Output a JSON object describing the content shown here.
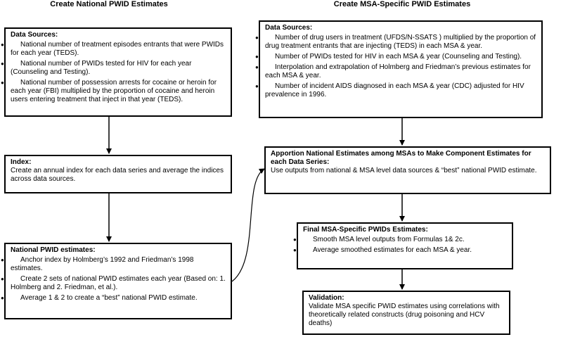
{
  "national": {
    "title": "Create National PWID Estimates",
    "data_sources": {
      "heading": "Data Sources:",
      "items": [
        "National number of treatment episodes entrants that were PWIDs for each year (TEDS).",
        "National number of PWIDs tested for HIV for each year (Counseling and Testing).",
        "National number of possession arrests for cocaine or heroin for each year (FBI) multiplied by the proportion of cocaine and heroin users entering treatment that inject in that year (TEDS)."
      ]
    },
    "index": {
      "heading": "Index:",
      "text": "Create an annual index for each data series and average the indices across data sources."
    },
    "estimates": {
      "heading": "National PWID estimates:",
      "items": [
        "Anchor index by Holmberg’s 1992 and Friedman’s 1998 estimates.",
        "Create 2 sets of national PWID estimates each year (Based on: 1. Holmberg and 2. Friedman, et al.).",
        "Average 1 & 2 to create a “best” national PWID estimate."
      ]
    }
  },
  "msa": {
    "title": "Create MSA-Specific PWID Estimates",
    "data_sources": {
      "heading": "Data Sources:",
      "items": [
        "Number of drug users in treatment (UFDS/N-SSATS ) multiplied by the proportion of drug treatment entrants that are injecting  (TEDS) in each MSA & year.",
        "Number of PWIDs tested for HIV in each MSA & year (Counseling and Testing).",
        "Interpolation and extrapolation of Holmberg and Friedman’s previous estimates for each MSA & year.",
        "Number of incident AIDS diagnosed in each MSA & year (CDC) adjusted for HIV prevalence in 1996."
      ]
    },
    "apportion": {
      "heading": "Apportion National Estimates among MSAs to Make Component Estimates for each Data Series:",
      "text": "Use outputs from national & MSA level data sources & “best” national PWID estimate."
    },
    "final": {
      "heading": "Final MSA-Specific PWIDs Estimates:",
      "items": [
        "Smooth MSA level outputs from Formulas 1& 2c.",
        "Average smoothed estimates for each MSA & year."
      ]
    },
    "validation": {
      "heading": "Validation:",
      "text": "Validate MSA specific PWID estimates using correlations with theoretically related constructs (drug poisoning and HCV deaths)"
    }
  }
}
